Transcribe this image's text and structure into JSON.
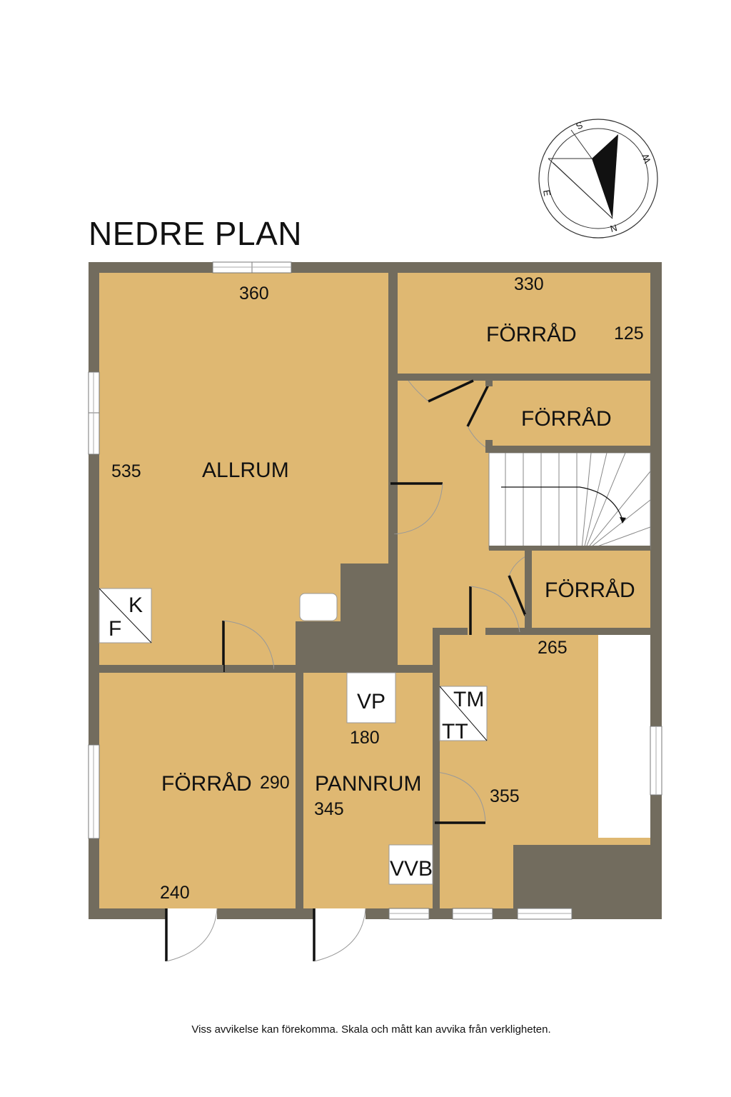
{
  "title": "NEDRE PLAN",
  "disclaimer": "Viss avvikelse kan förekomma. Skala och mått kan avvika från verkligheten.",
  "colors": {
    "floor": "#dfb872",
    "wall": "#726c5e",
    "window": "#ffffff",
    "text": "#111111"
  },
  "compass": {
    "north": "N",
    "south": "S",
    "east": "E",
    "west": "W"
  },
  "rooms": {
    "allrum": "ALLRUM",
    "forrad_top": "FÖRRÅD",
    "forrad_mid": "FÖRRÅD",
    "forrad_right": "FÖRRÅD",
    "forrad_bottom": "FÖRRÅD",
    "pannrum": "PANNRUM"
  },
  "dimensions": {
    "allrum_width": "360",
    "allrum_depth": "535",
    "forrad_top_width": "330",
    "forrad_top_depth": "125",
    "hall_width": "265",
    "hall_depth": "355",
    "forrad_bottom_depth": "290",
    "forrad_bottom_width": "240",
    "pannrum_depth": "345",
    "pannrum_width": "180"
  },
  "symbols": {
    "fk_f": "F",
    "fk_k": "K",
    "vp": "VP",
    "tm": "TM",
    "tt": "TT",
    "vvb": "VVB"
  }
}
